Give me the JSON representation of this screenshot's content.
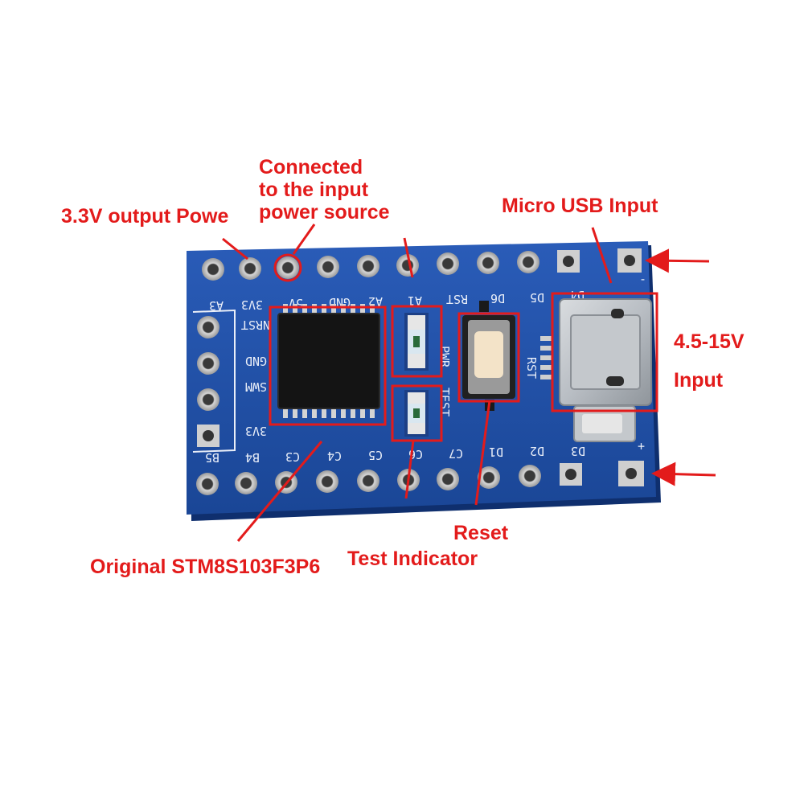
{
  "callouts": {
    "output_3v3": "3.3V output  Powe",
    "connected_1": "Connected",
    "connected_2": "to the  input",
    "connected_3": "power source",
    "micro_usb": "Micro USB Input",
    "voltage": "4.5-15V",
    "input": "Input",
    "stm8": "Original STM8S103F3P6",
    "test_indicator": "Test Indicator",
    "reset": "Reset"
  },
  "silkscreen": {
    "top_row": [
      "A3",
      "3V3",
      "5V",
      "GND",
      "A2",
      "A1",
      "RST",
      "D6",
      "D5",
      "D4"
    ],
    "bottom_row": [
      "B5",
      "B4",
      "C3",
      "C4",
      "C5",
      "C6",
      "C7",
      "D1",
      "D2",
      "D3"
    ],
    "left_column": [
      "NRST",
      "GND",
      "SWM",
      "3V3"
    ],
    "led_pwr": "PWR",
    "led_test": "TEST",
    "button": "RST",
    "plus": "+",
    "minus": "-"
  },
  "colors": {
    "annotation": "#e31b1b",
    "board": "#1f4fa6",
    "board_edge": "#163d86",
    "silkscreen": "#e9eef8"
  }
}
